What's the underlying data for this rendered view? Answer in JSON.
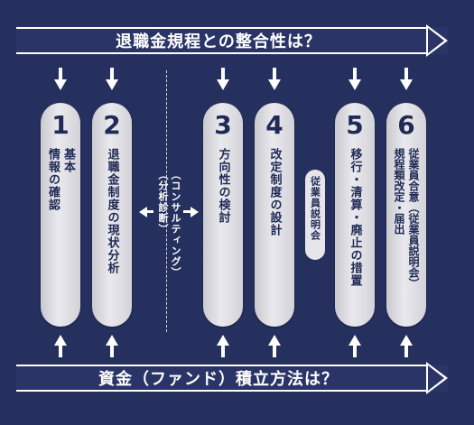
{
  "top_arrow": {
    "label": "退職金規程との整合性は？"
  },
  "bottom_arrow": {
    "label": "資金（ファンド）積立方法は？"
  },
  "steps": [
    {
      "num": "1",
      "lines": [
        "基本",
        "情報の確認"
      ]
    },
    {
      "num": "2",
      "lines": [
        "退職金制度の現状分析"
      ]
    },
    {
      "num": "3",
      "lines": [
        "方向性の検討"
      ]
    },
    {
      "num": "4",
      "lines": [
        "改定制度の設計"
      ]
    },
    {
      "num": "5",
      "lines": [
        "移行・清算・廃止の措置"
      ]
    },
    {
      "num": "6",
      "lines": [
        "従業員合意（従業員説明会）",
        "規程類改定・届出"
      ]
    }
  ],
  "consulting": {
    "line1": "（コンサルティング）",
    "line2": "（分析診断）"
  },
  "briefing": {
    "label": "従業員説明会"
  }
}
